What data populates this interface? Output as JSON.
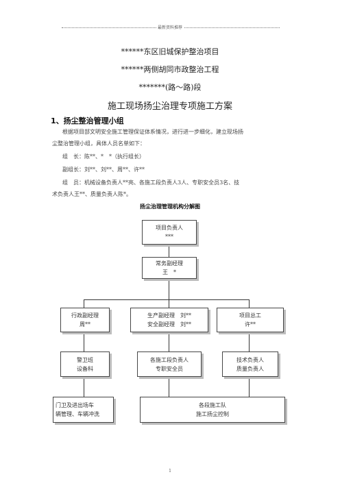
{
  "header_note": "最新资料推荐",
  "titles": {
    "line1": "******东区旧城保护整治项目",
    "line2": "******两侧胡同市政整治工程",
    "line3": "*******(路～路)段",
    "line4": "施工现场扬尘治理专项施工方案"
  },
  "section1": {
    "heading": "1、扬尘整治管理小组",
    "intro_line1": "根据项目部文明安全施工管理保证体系情况，进行进一步细化，建立现场扬",
    "intro_line2": "尘整治管理小组，具体人员名单如下：",
    "leader": "组　长：陈**、*　*（执行组长）",
    "deputy": "副组长：刘**、刘**、周**、许**",
    "members_line1": "组　员：机械设备负责人**亮、各施工段负责人3人、专职安全员3名、技",
    "members_line2": "术负责人王**、质量负责人陈*。"
  },
  "org_chart": {
    "title": "扬尘治理管理机构分解图",
    "boxes": {
      "project_manager": [
        "项目负责人",
        "***"
      ],
      "exec_deputy": [
        "常务副经理",
        "王　*"
      ],
      "admin_deputy": [
        "行政副经理",
        "周**"
      ],
      "prod_safety": [
        "生产副经理　刘**",
        "安全副经理　刘**"
      ],
      "chief_engineer": [
        "项目总工",
        "许**"
      ],
      "guard_equipment": [
        "警卫班",
        "设备科"
      ],
      "section_heads": [
        "各施工段负责人",
        "专职安全员"
      ],
      "tech_quality": [
        "技术负责人",
        "质量负责人"
      ],
      "gate_vehicles": [
        "门卫及进出场车",
        "辆管理、车辆冲洗"
      ],
      "construction_teams": [
        "各段施工队",
        "施工扬尘控制"
      ]
    }
  },
  "page_number": "1"
}
